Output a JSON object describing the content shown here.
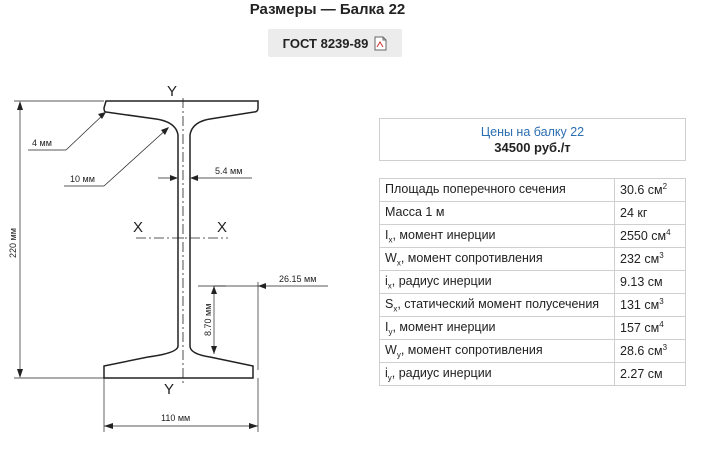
{
  "header": {
    "title": "Размеры — Балка 22",
    "gost_label": "ГОСТ 8239-89"
  },
  "diagram": {
    "dim_4mm": "4 мм",
    "dim_10mm": "10 мм",
    "dim_5_4mm": "5.4 мм",
    "dim_26_15mm": "26.15 мм",
    "dim_8_70mm": "8.70 мм",
    "dim_220mm": "220 мм",
    "dim_110mm": "110 мм",
    "axis_y": "Y",
    "axis_x": "X"
  },
  "price": {
    "title": "Цены на балку 22",
    "value": "34500 руб./т"
  },
  "properties": [
    {
      "sym": "",
      "sub": "",
      "label": "Площадь поперечного сечения",
      "value": "30.6 см",
      "exp": "2"
    },
    {
      "sym": "",
      "sub": "",
      "label": "Масса 1 м",
      "value": "24 кг",
      "exp": ""
    },
    {
      "sym": "I",
      "sub": "x",
      "label": ", момент инерции",
      "value": "2550 см",
      "exp": "4"
    },
    {
      "sym": "W",
      "sub": "x",
      "label": ", момент сопротивления",
      "value": "232 см",
      "exp": "3"
    },
    {
      "sym": "i",
      "sub": "x",
      "label": ", радиус инерции",
      "value": "9.13 см",
      "exp": ""
    },
    {
      "sym": "S",
      "sub": "x",
      "label": ", статический момент полусечения",
      "value": "131 см",
      "exp": "3"
    },
    {
      "sym": "I",
      "sub": "y",
      "label": ", момент инерции",
      "value": "157 см",
      "exp": "4"
    },
    {
      "sym": "W",
      "sub": "y",
      "label": ", момент сопротивления",
      "value": "28.6 см",
      "exp": "3"
    },
    {
      "sym": "i",
      "sub": "y",
      "label": ", радиус инерции",
      "value": "2.27 см",
      "exp": ""
    }
  ]
}
